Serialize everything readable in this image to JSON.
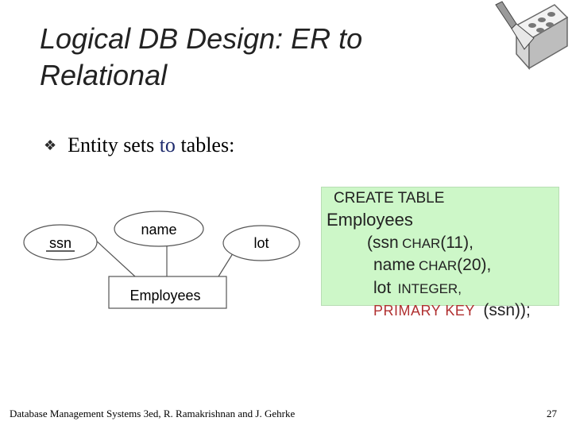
{
  "slide": {
    "title_line1": "Logical DB Design: ER to",
    "title_line2": "Relational",
    "bullet": {
      "icon": "diamond-bullet-icon",
      "word1": "Entity sets",
      "word2": "to",
      "word3": "tables:"
    },
    "diagram": {
      "attr_ssn": "ssn",
      "attr_name": "name",
      "attr_lot": "lot",
      "entity": "Employees"
    },
    "sql": {
      "line1": "CREATE TABLE",
      "line2": "Employees",
      "line3_a": "(ssn",
      "line3_b": "CHAR",
      "line3_c": "(11),",
      "line4_a": "name",
      "line4_b": "CHAR",
      "line4_c": "(20),",
      "line5_a": "lot",
      "line5_b": "INTEGER,",
      "line6_a": "PRIMARY KEY",
      "line6_b": "(ssn));"
    },
    "footer": "Database Management Systems 3ed,  R. Ramakrishnan and J. Gehrke",
    "page_number": "27"
  },
  "colors": {
    "sql_box_bg": "#cdf7c8",
    "primary_key_text": "#b03030",
    "bullet_text_blue": "#1f2c6e"
  }
}
